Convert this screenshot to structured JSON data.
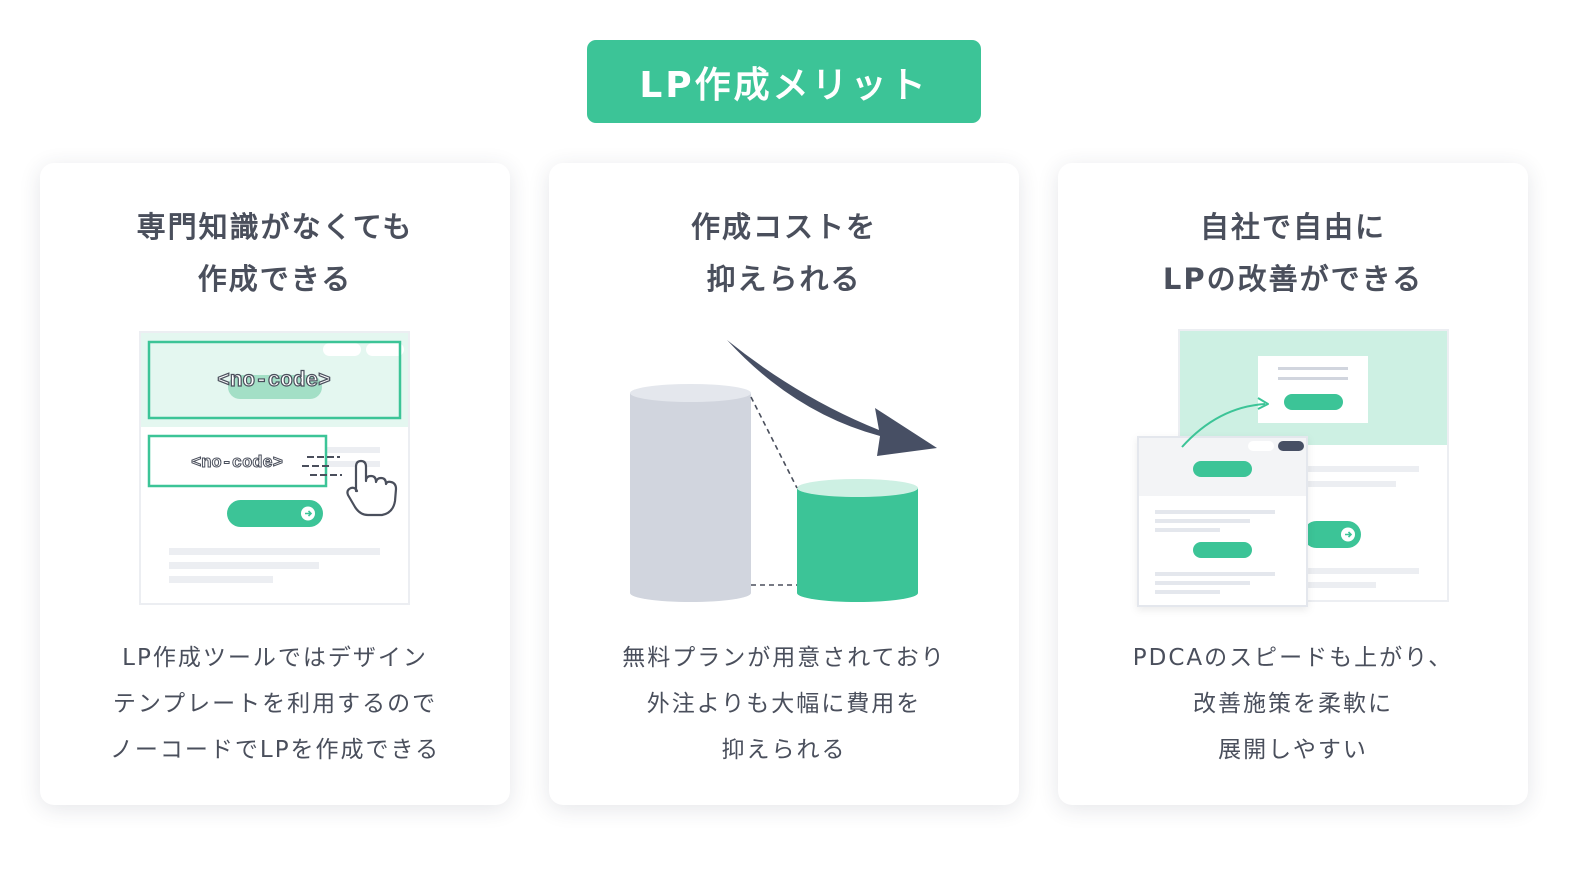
{
  "header": {
    "title": "LP作成メリット"
  },
  "cards": [
    {
      "heading": [
        "専門知識がなくても",
        "作成できる"
      ],
      "body": [
        "LP作成ツールではデザイン",
        "テンプレートを利用するので",
        "ノーコードでLPを作成できる"
      ],
      "illustration": {
        "tags": [
          "<no-code>",
          "<no-code>"
        ],
        "icons": [
          "hand-pointer-icon",
          "arrow-right-icon"
        ]
      }
    },
    {
      "heading": [
        "作成コストを",
        "抑えられる"
      ],
      "body": [
        "無料プランが用意されており",
        "外注よりも大幅に費用を",
        "抑えられる"
      ],
      "illustration": {
        "icons": [
          "down-arrow-icon"
        ]
      }
    },
    {
      "heading": [
        "自社で自由に",
        "LPの改善ができる"
      ],
      "body": [
        "PDCAのスピードも上がり、",
        "改善施策を柔軟に",
        "展開しやすい"
      ],
      "illustration": {
        "icons": [
          "curved-arrow-icon",
          "arrow-right-icon"
        ]
      }
    }
  ],
  "colors": {
    "accent": "#3cc497",
    "accent_light": "#e4f7f0",
    "text": "#4a4f5c",
    "gray": "#d1d5de",
    "dark": "#474f64"
  }
}
